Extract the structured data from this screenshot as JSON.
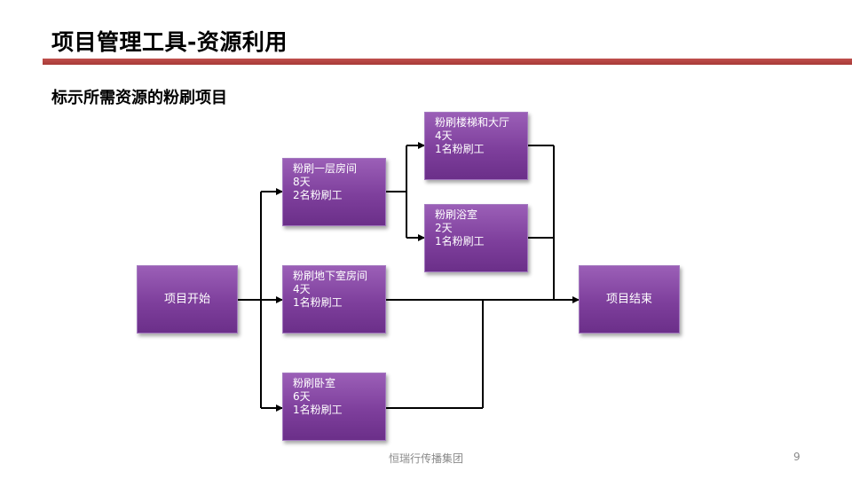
{
  "slide": {
    "title": "项目管理工具-资源利用",
    "subtitle": "标示所需资源的粉刷项目",
    "footer": "恒瑞行传播集团",
    "page_number": "9"
  },
  "diagram": {
    "start": {
      "label": "项目开始"
    },
    "end": {
      "label": "项目结束"
    },
    "tasks": {
      "floor1": {
        "name": "粉刷一层房间",
        "duration": "8天",
        "resource": "2名粉刷工"
      },
      "stairs": {
        "name": "粉刷楼梯和大厅",
        "duration": "4天",
        "resource": "1名粉刷工"
      },
      "bath": {
        "name": "粉刷浴室",
        "duration": "2天",
        "resource": "1名粉刷工"
      },
      "basement": {
        "name": "粉刷地下室房间",
        "duration": "4天",
        "resource": "1名粉刷工"
      },
      "bedroom": {
        "name": "粉刷卧室",
        "duration": "6天",
        "resource": "1名粉刷工"
      }
    },
    "colors": {
      "node_fill": "#7e3f9c",
      "connector": "#000000",
      "title_bar": "#c0504d"
    }
  }
}
